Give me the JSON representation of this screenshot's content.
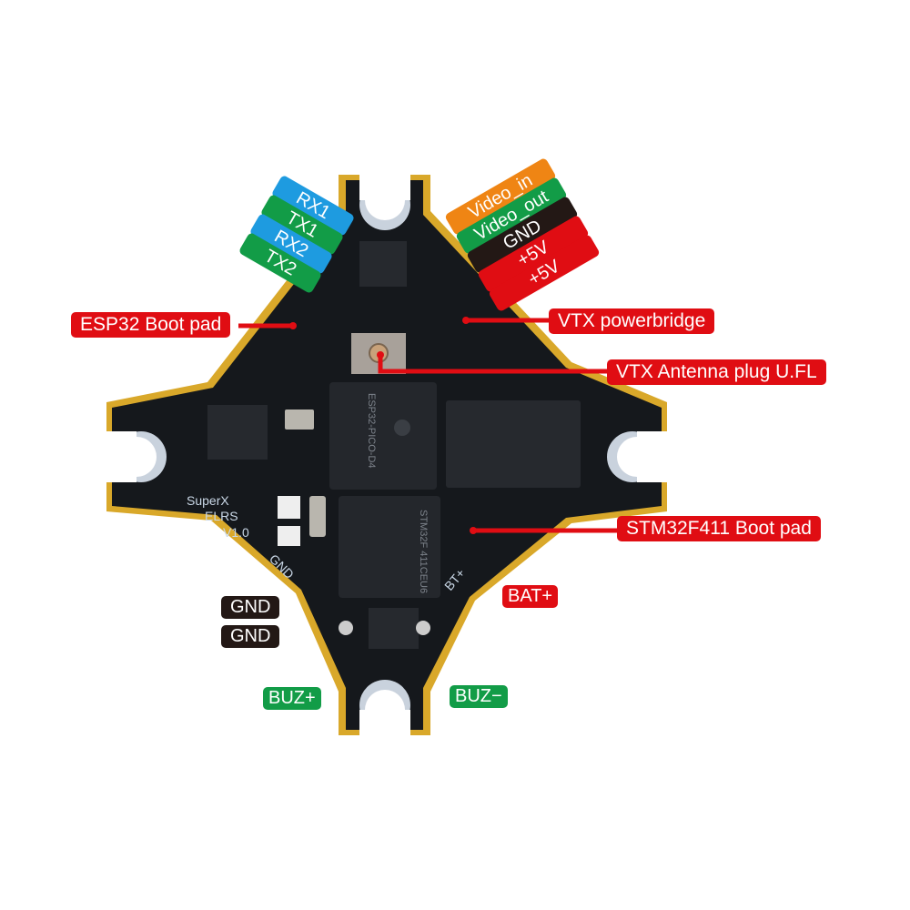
{
  "colors": {
    "uart_rx": "#1e9be0",
    "uart_tx": "#129c47",
    "video_in": "#ef8514",
    "video_out": "#129c47",
    "gnd": "#231815",
    "power": "#e00d13",
    "board": "#15181c",
    "pad": "#d9a82a"
  },
  "pin_labels_left": [
    {
      "label": "RX1",
      "type": "uart_rx"
    },
    {
      "label": "TX1",
      "type": "uart_tx"
    },
    {
      "label": "RX2",
      "type": "uart_rx"
    },
    {
      "label": "TX2",
      "type": "uart_tx"
    }
  ],
  "pin_labels_right": [
    {
      "label": "Video_in",
      "type": "video_in"
    },
    {
      "label": "Video_out",
      "type": "video_out"
    },
    {
      "label": "GND",
      "type": "gnd"
    },
    {
      "label": "+5V",
      "type": "power"
    },
    {
      "label": "+5V",
      "type": "power"
    }
  ],
  "callouts": {
    "esp32_boot": "ESP32 Boot pad",
    "vtx_powerbridge": "VTX powerbridge",
    "vtx_antenna": "VTX Antenna plug U.FL",
    "stm32_boot": "STM32F411 Boot pad",
    "bat_plus": "BAT+",
    "gnd_1": "GND",
    "gnd_2": "GND",
    "buz_plus": "BUZ+",
    "buz_minus": "BUZ−"
  },
  "board_silkscreen": {
    "name": "SuperX",
    "line2": "ELRS",
    "version": "V1.0",
    "gnd": "GND",
    "bt": "BT+",
    "stm_chip": "STM32F 411CEU6",
    "esp_chip": "ESP32-PICO-D4"
  }
}
